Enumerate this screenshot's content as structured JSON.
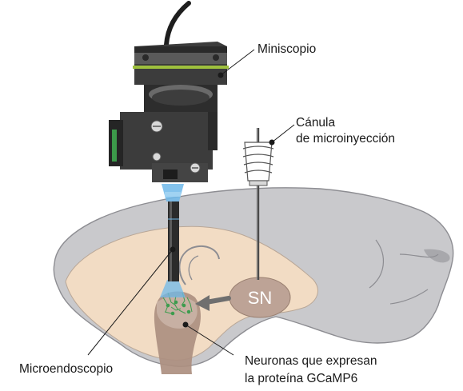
{
  "labels": {
    "miniscope": "Miniscopio",
    "cannula_line1": "Cánula",
    "cannula_line2": "de microinyección",
    "sn": "SN",
    "microendoscope": "Microendoscopio",
    "neurons_line1": "Neuronas que expresan",
    "neurons_line2": "la proteína GCaMP6"
  },
  "colors": {
    "brain_outer": "#c9c9cc",
    "brain_stroke": "#8d8d92",
    "brain_inner": "#f2dcc4",
    "target_region": "#ad8f80",
    "sn_region": "#bda396",
    "arrow": "#6f6f6f",
    "miniscope_body": "#3c3c3c",
    "miniscope_stripe": "#9ec03d",
    "led_side": "#3c9a4a",
    "light_blue": "#6fb9ea",
    "neurons": "#3d9c4e",
    "text": "#1a1a1a"
  },
  "icons": [
    "miniscope-device",
    "microinjection-cannula",
    "microendoscope-rod",
    "brain-sagittal",
    "gcamp6-neurons",
    "projection-arrow"
  ]
}
